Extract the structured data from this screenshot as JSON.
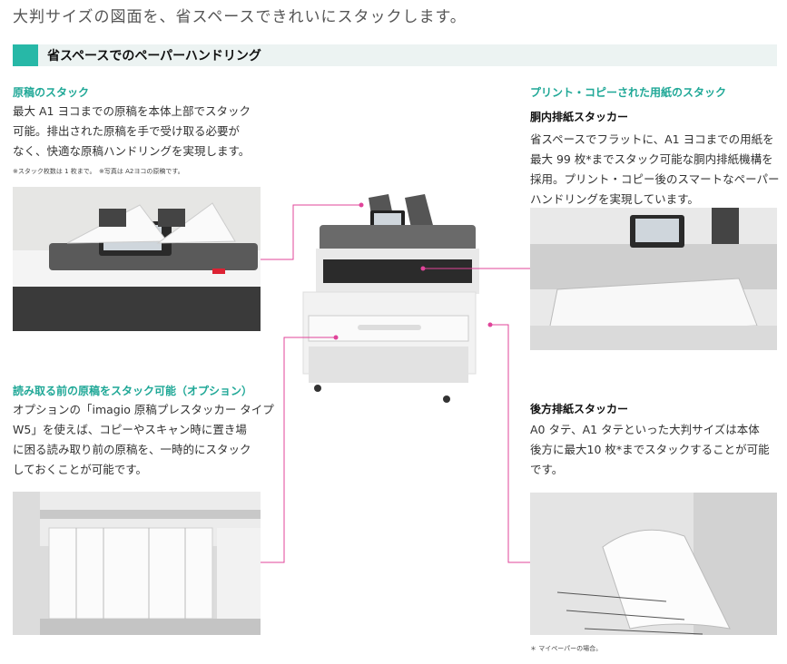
{
  "intro": "大判サイズの図面を、省スペースできれいにスタックします。",
  "section": {
    "title": "省スペースでのペーパーハンドリング"
  },
  "left_top": {
    "heading": "原稿のスタック",
    "lines": [
      "最大 A1 ヨコまでの原稿を本体上部でスタック",
      "可能。排出された原稿を手で受け取る必要が",
      "なく、快適な原稿ハンドリングを実現します。"
    ],
    "note": "※スタック枚数は 1 枚まで。　※写真は A2ヨコの原稿です。"
  },
  "left_bottom": {
    "heading": "読み取る前の原稿をスタック可能（オプション）",
    "lines": [
      "オプションの「imagio 原稿プレスタッカー タイプ",
      "W5」を使えば、コピーやスキャン時に置き場",
      "に困る読み取り前の原稿を、一時的にスタック",
      "しておくことが可能です。"
    ]
  },
  "right_top": {
    "heading": "プリント・コピーされた用紙のスタック",
    "subheading": "胴内排紙スタッカー",
    "lines": [
      "省スペースでフラットに、A1 ヨコまでの用紙を",
      "最大 99 枚*までスタック可能な胴内排紙機構を",
      "採用。プリント・コピー後のスマートなペーパー",
      "ハンドリングを実現しています。"
    ]
  },
  "right_bottom": {
    "subheading": "後方排紙スタッカー",
    "lines": [
      "A0 タテ、A1 タテといった大判サイズは本体",
      "後方に最大10 枚*までスタックすることが可能",
      "です。"
    ],
    "footnote": "＊ マイペーパーの場合。"
  },
  "colors": {
    "accent": "#27b8a7",
    "heading": "#20a897",
    "connector": "#e0449a",
    "bar": "#ecf3f2"
  },
  "icons": [
    "original-stacker-photo",
    "main-printer-photo",
    "inner-stacker-photo",
    "prestacker-photo",
    "rear-stacker-photo"
  ]
}
